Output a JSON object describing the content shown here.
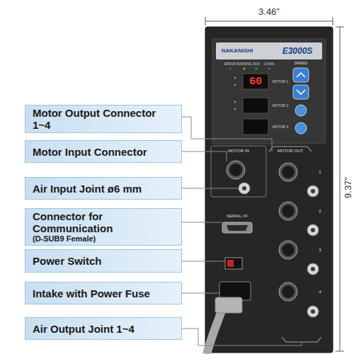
{
  "diagram": {
    "nodes": [
      {
        "text": [
          "Motor Output Connector 1~4"
        ]
      },
      {
        "text": [
          "Motor Input Connector"
        ]
      },
      {
        "text": [
          "Air Input Joint ø6 mm"
        ]
      },
      {
        "text": [
          "Connector for Communication",
          "(D-SUB9 Female)"
        ]
      },
      {
        "text": [
          "Power Switch"
        ]
      },
      {
        "text": [
          "Intake with Power Fuse"
        ]
      },
      {
        "text": [
          "Air Output Joint 1~4"
        ]
      }
    ],
    "labels": [
      "3.46\"",
      "9.37\"",
      "NAKANISHI",
      "E3000S",
      "ERROR",
      "WARNING",
      "RUN",
      "CHAIN",
      "SPEED",
      "60",
      "MOTOR 1",
      "MOTOR 2",
      "MOTOR 3",
      "MOTOR IN",
      "MOTOR OUT",
      "SERIAL I/F",
      "1",
      "2",
      "3",
      "4"
    ]
  }
}
